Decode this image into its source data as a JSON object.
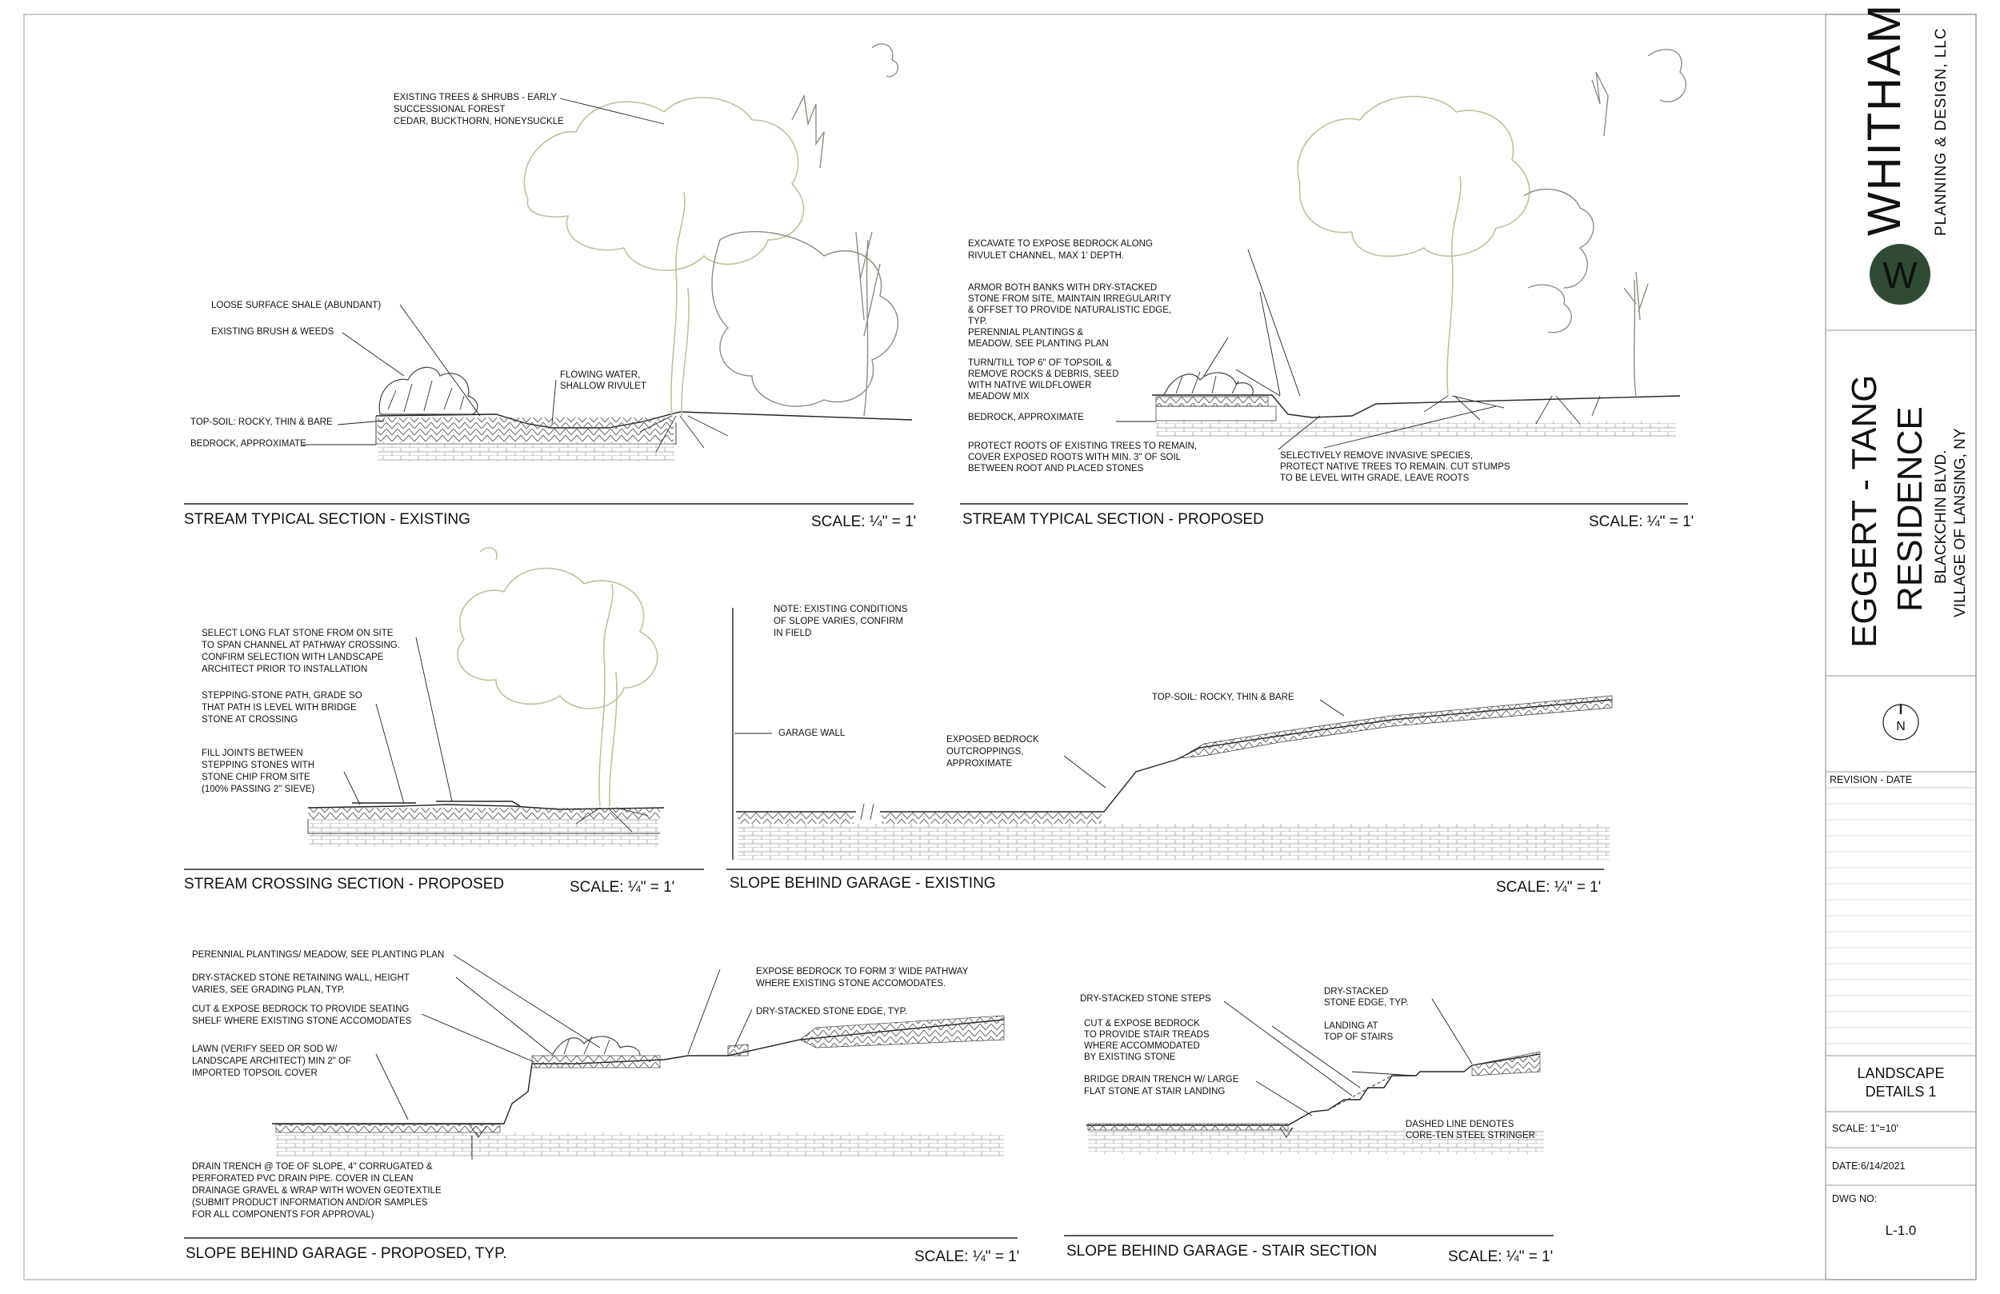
{
  "drawings": [
    {
      "title": "STREAM TYPICAL SECTION - EXISTING",
      "scale": "SCALE: ¼\" = 1'",
      "labels": [
        "EXISTING TREES & SHRUBS - EARLY",
        "SUCCESSIONAL FOREST",
        "CEDAR, BUCKTHORN, HONEYSUCKLE",
        "LOOSE SURFACE SHALE (ABUNDANT)",
        "EXISTING BRUSH & WEEDS",
        "FLOWING WATER,",
        "SHALLOW RIVULET",
        "TOP-SOIL: ROCKY, THIN & BARE",
        "BEDROCK, APPROXIMATE"
      ]
    },
    {
      "title": "STREAM TYPICAL SECTION - PROPOSED",
      "scale": "SCALE: ¼\" = 1'",
      "labels": [
        "EXCAVATE TO EXPOSE BEDROCK ALONG",
        "RIVULET CHANNEL, MAX 1' DEPTH.",
        "ARMOR BOTH BANKS WITH DRY-STACKED",
        "STONE FROM SITE, MAINTAIN IRREGULARITY",
        "& OFFSET TO PROVIDE NATURALISTIC EDGE,",
        "TYP.",
        "PERENNIAL PLANTINGS &",
        "MEADOW, SEE PLANTING PLAN",
        "TURN/TILL TOP 6\" OF TOPSOIL &",
        "REMOVE ROCKS & DEBRIS, SEED",
        "WITH NATIVE WILDFLOWER",
        "MEADOW MIX",
        "BEDROCK, APPROXIMATE",
        "PROTECT ROOTS OF EXISTING TREES TO REMAIN,",
        "COVER EXPOSED ROOTS WITH MIN. 3\" OF SOIL",
        "BETWEEN ROOT AND PLACED STONES",
        "SELECTIVELY REMOVE INVASIVE SPECIES,",
        "PROTECT NATIVE TREES TO REMAIN. CUT STUMPS",
        "TO BE LEVEL WITH GRADE, LEAVE ROOTS"
      ]
    },
    {
      "title": "STREAM CROSSING SECTION - PROPOSED",
      "scale": "SCALE: ¼\" = 1'",
      "labels": [
        "SELECT LONG FLAT STONE FROM ON SITE",
        "TO SPAN CHANNEL AT PATHWAY CROSSING.",
        "CONFIRM SELECTION WITH LANDSCAPE",
        "ARCHITECT PRIOR TO INSTALLATION",
        "STEPPING-STONE PATH, GRADE SO",
        "THAT PATH IS LEVEL WITH BRIDGE",
        "STONE AT CROSSING",
        "FILL JOINTS BETWEEN",
        "STEPPING STONES WITH",
        "STONE CHIP FROM SITE",
        "(100% PASSING 2\" SIEVE)"
      ]
    },
    {
      "title": "SLOPE BEHIND GARAGE - EXISTING",
      "scale": "SCALE: ¼\" = 1'",
      "labels": [
        "NOTE: EXISTING CONDITIONS",
        "OF SLOPE VARIES, CONFIRM",
        "IN FIELD",
        "GARAGE WALL",
        "TOP-SOIL: ROCKY, THIN & BARE",
        "EXPOSED BEDROCK",
        "OUTCROPPINGS,",
        "APPROXIMATE"
      ]
    },
    {
      "title": "SLOPE BEHIND GARAGE - PROPOSED, TYP.",
      "scale": "SCALE: ¼\" = 1'",
      "labels": [
        "PERENNIAL PLANTINGS/ MEADOW, SEE PLANTING PLAN",
        "DRY-STACKED STONE RETAINING WALL, HEIGHT",
        "VARIES, SEE GRADING PLAN, TYP.",
        "CUT & EXPOSE BEDROCK TO PROVIDE SEATING",
        "SHELF WHERE EXISTING STONE ACCOMODATES",
        "LAWN (VERIFY SEED OR SOD W/",
        "LANDSCAPE ARCHITECT) MIN 2\" OF",
        "IMPORTED TOPSOIL COVER",
        "EXPOSE BEDROCK TO FORM 3' WIDE PATHWAY",
        "WHERE EXISTING STONE ACCOMODATES.",
        "DRY-STACKED STONE EDGE, TYP.",
        "DRAIN TRENCH @ TOE OF SLOPE, 4\" CORRUGATED &",
        "PERFORATED PVC DRAIN PIPE. COVER IN CLEAN",
        "DRAINAGE GRAVEL & WRAP WITH  WOVEN GEOTEXTILE",
        "(SUBMIT PRODUCT INFORMATION AND/OR SAMPLES",
        "FOR ALL COMPONENTS FOR APPROVAL)"
      ]
    },
    {
      "title": "SLOPE BEHIND GARAGE - STAIR SECTION",
      "scale": "SCALE: ¼\" = 1'",
      "labels": [
        "DRY-STACKED STONE STEPS",
        "CUT & EXPOSE BEDROCK",
        "TO PROVIDE STAIR TREADS",
        "WHERE ACCOMMODATED",
        "BY EXISTING STONE",
        "BRIDGE DRAIN TRENCH W/ LARGE",
        "FLAT STONE AT STAIR LANDING",
        "DRY-STACKED",
        "STONE EDGE, TYP.",
        "LANDING AT",
        "TOP OF STAIRS",
        "DASHED LINE DENOTES",
        "CORE-TEN STEEL STRINGER"
      ]
    }
  ],
  "title_block": {
    "logo_letter": "W",
    "firm_name": "WHITHAM",
    "firm_sub": "PLANNING & DESIGN, LLC",
    "project_line1": "EGGERT - TANG",
    "project_line2": "RESIDENCE",
    "address_line1": "BLACKCHIN BLVD.",
    "address_line2": "VILLAGE OF LANSING, NY",
    "north_letter": "N",
    "revision_header": "REVISION - DATE",
    "sheet_title_line1": "LANDSCAPE",
    "sheet_title_line2": "DETAILS 1",
    "scale": "SCALE: 1\"=10'",
    "date": "DATE:6/14/2021",
    "dwg_no_label": "DWG NO:",
    "dwg_no": "L-1.0"
  },
  "colors": {
    "logo_green": "#2f4a35",
    "tree_canopy": "#b9c49c",
    "linework": "#222222"
  }
}
